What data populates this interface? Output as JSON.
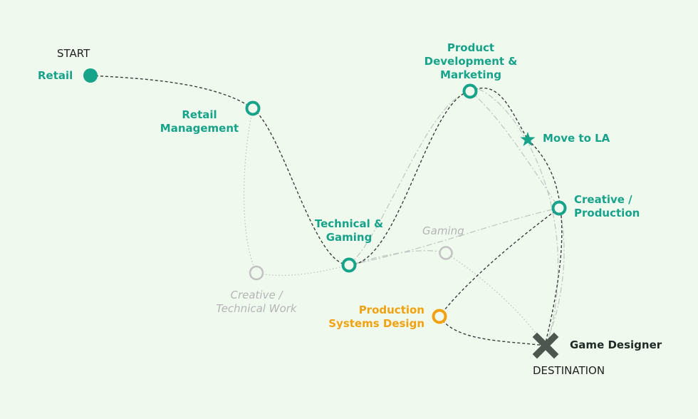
{
  "start_label": "START",
  "destination_label": "DESTINATION",
  "colors": {
    "background": "#eff9ee",
    "primary": "#16a38a",
    "alternate": "#f2a20f",
    "unexplored": "#b5b5b5",
    "destination": "#4d5750",
    "path": "#3d3d3d"
  },
  "nodes": {
    "retail": {
      "label": "Retail",
      "type": "start"
    },
    "retail_management": {
      "label": [
        "Retail",
        "Management"
      ],
      "type": "milestone"
    },
    "technical_gaming": {
      "label": [
        "Technical &",
        "Gaming"
      ],
      "type": "milestone"
    },
    "product_development": {
      "label": [
        "Product",
        "Development &",
        "Marketing"
      ],
      "type": "milestone"
    },
    "move_to_la": {
      "label": "Move to LA",
      "type": "star"
    },
    "creative_production": {
      "label": [
        "Creative /",
        "Production"
      ],
      "type": "milestone"
    },
    "gaming": {
      "label": "Gaming",
      "type": "unexplored"
    },
    "creative_technical_work": {
      "label": [
        "Creative /",
        "Technical Work"
      ],
      "type": "unexplored"
    },
    "production_systems_design": {
      "label": [
        "Production",
        "Systems Design"
      ],
      "type": "alternate"
    },
    "game_designer": {
      "label": "Game Designer",
      "type": "destination"
    }
  }
}
